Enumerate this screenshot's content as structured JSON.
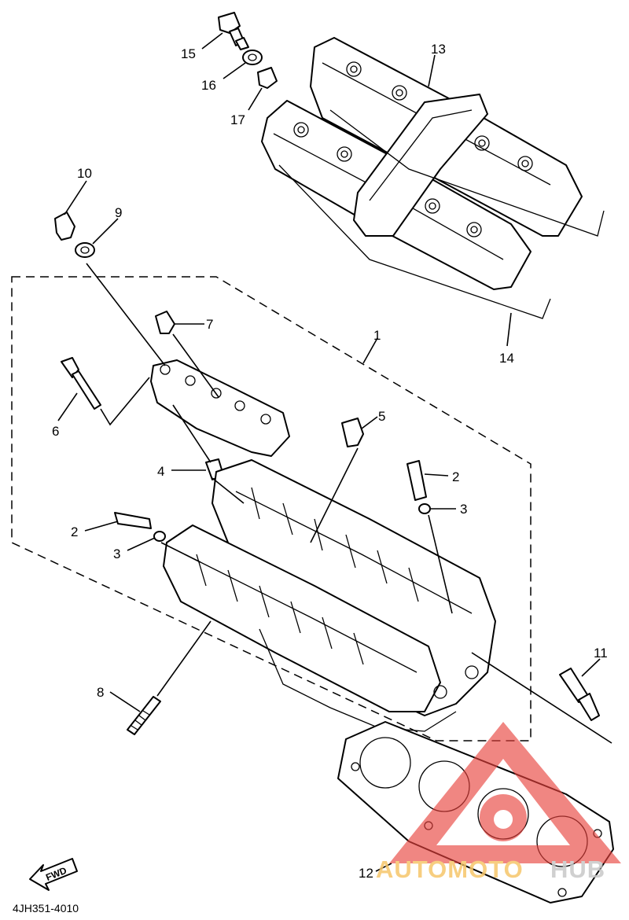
{
  "diagram": {
    "part_code": "4JH351-4010",
    "direction_label": "FWD",
    "callouts": [
      "1",
      "2",
      "2",
      "3",
      "3",
      "4",
      "5",
      "6",
      "7",
      "8",
      "9",
      "10",
      "11",
      "12",
      "13",
      "14",
      "15",
      "16",
      "17"
    ]
  },
  "watermark": {
    "brand_left": "AUTOMOTO",
    "brand_right": "HUB",
    "color_primary": "#e8413c",
    "color_secondary": "#f6c66a"
  }
}
